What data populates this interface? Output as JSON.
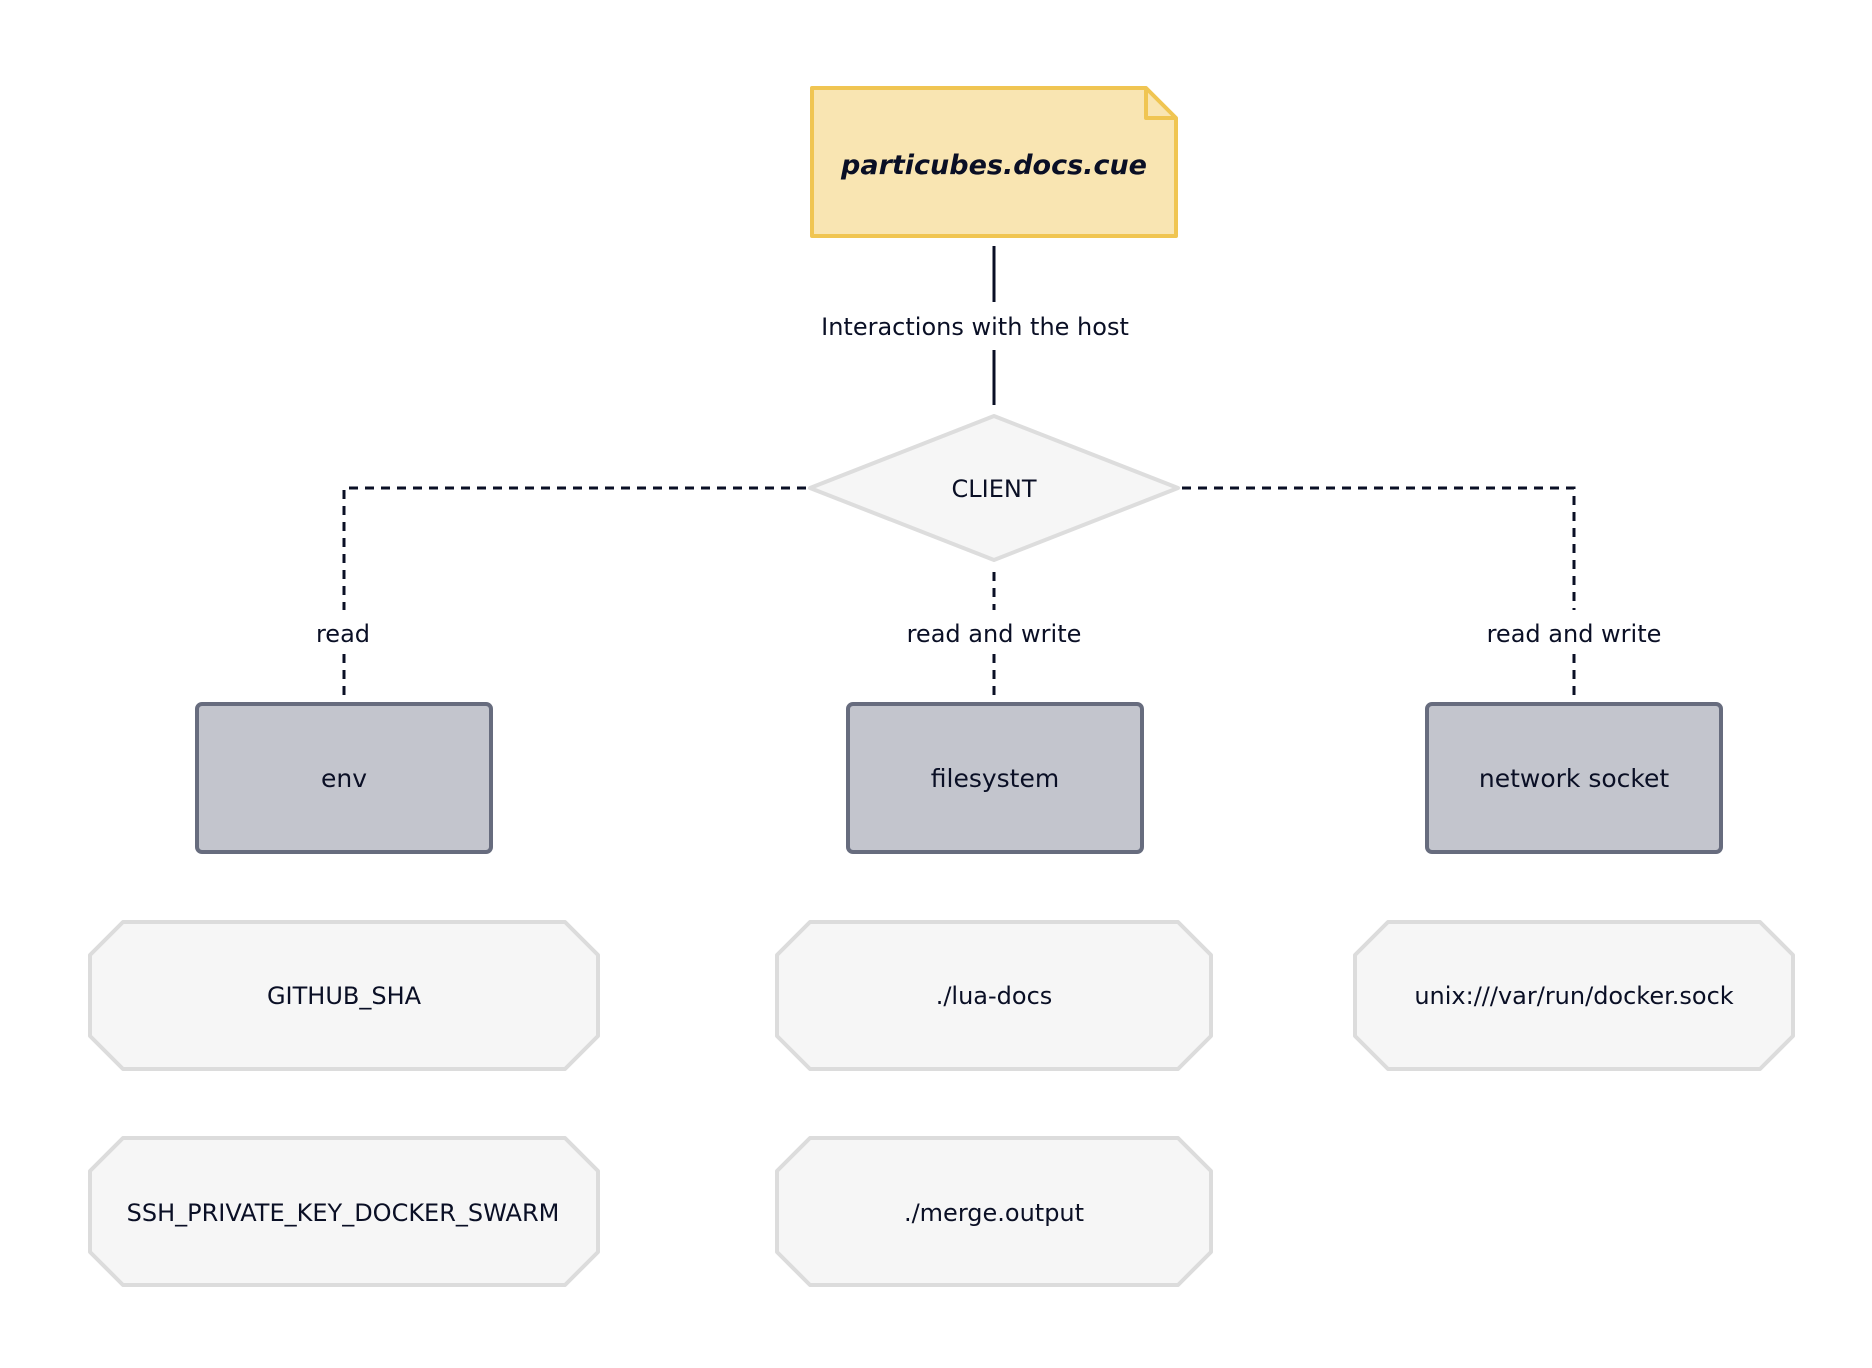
{
  "colors": {
    "note_fill": "#f9e5b2",
    "note_stroke": "#f0c552",
    "client_fill": "#f6f6f6",
    "client_stroke": "#dddddd",
    "box_fill": "#c3c5cd",
    "box_stroke": "#676c7e",
    "item_fill": "#f6f6f6",
    "item_stroke": "#dcdcdc",
    "text": "#0a0f25"
  },
  "title": {
    "label": "particubes.docs.cue",
    "shape": "note"
  },
  "edges": {
    "title_to_client": "Interactions with the host",
    "client_to_env": "read",
    "client_to_filesystem": "read and write",
    "client_to_network": "read and write"
  },
  "client": {
    "label": "CLIENT",
    "shape": "diamond"
  },
  "resources": [
    {
      "label": "env",
      "items": [
        "GITHUB_SHA",
        "SSH_PRIVATE_KEY_DOCKER_SWARM"
      ]
    },
    {
      "label": "filesystem",
      "items": [
        "./lua-docs",
        "./merge.output"
      ]
    },
    {
      "label": "network socket",
      "items": [
        "unix:///var/run/docker.sock"
      ]
    }
  ]
}
